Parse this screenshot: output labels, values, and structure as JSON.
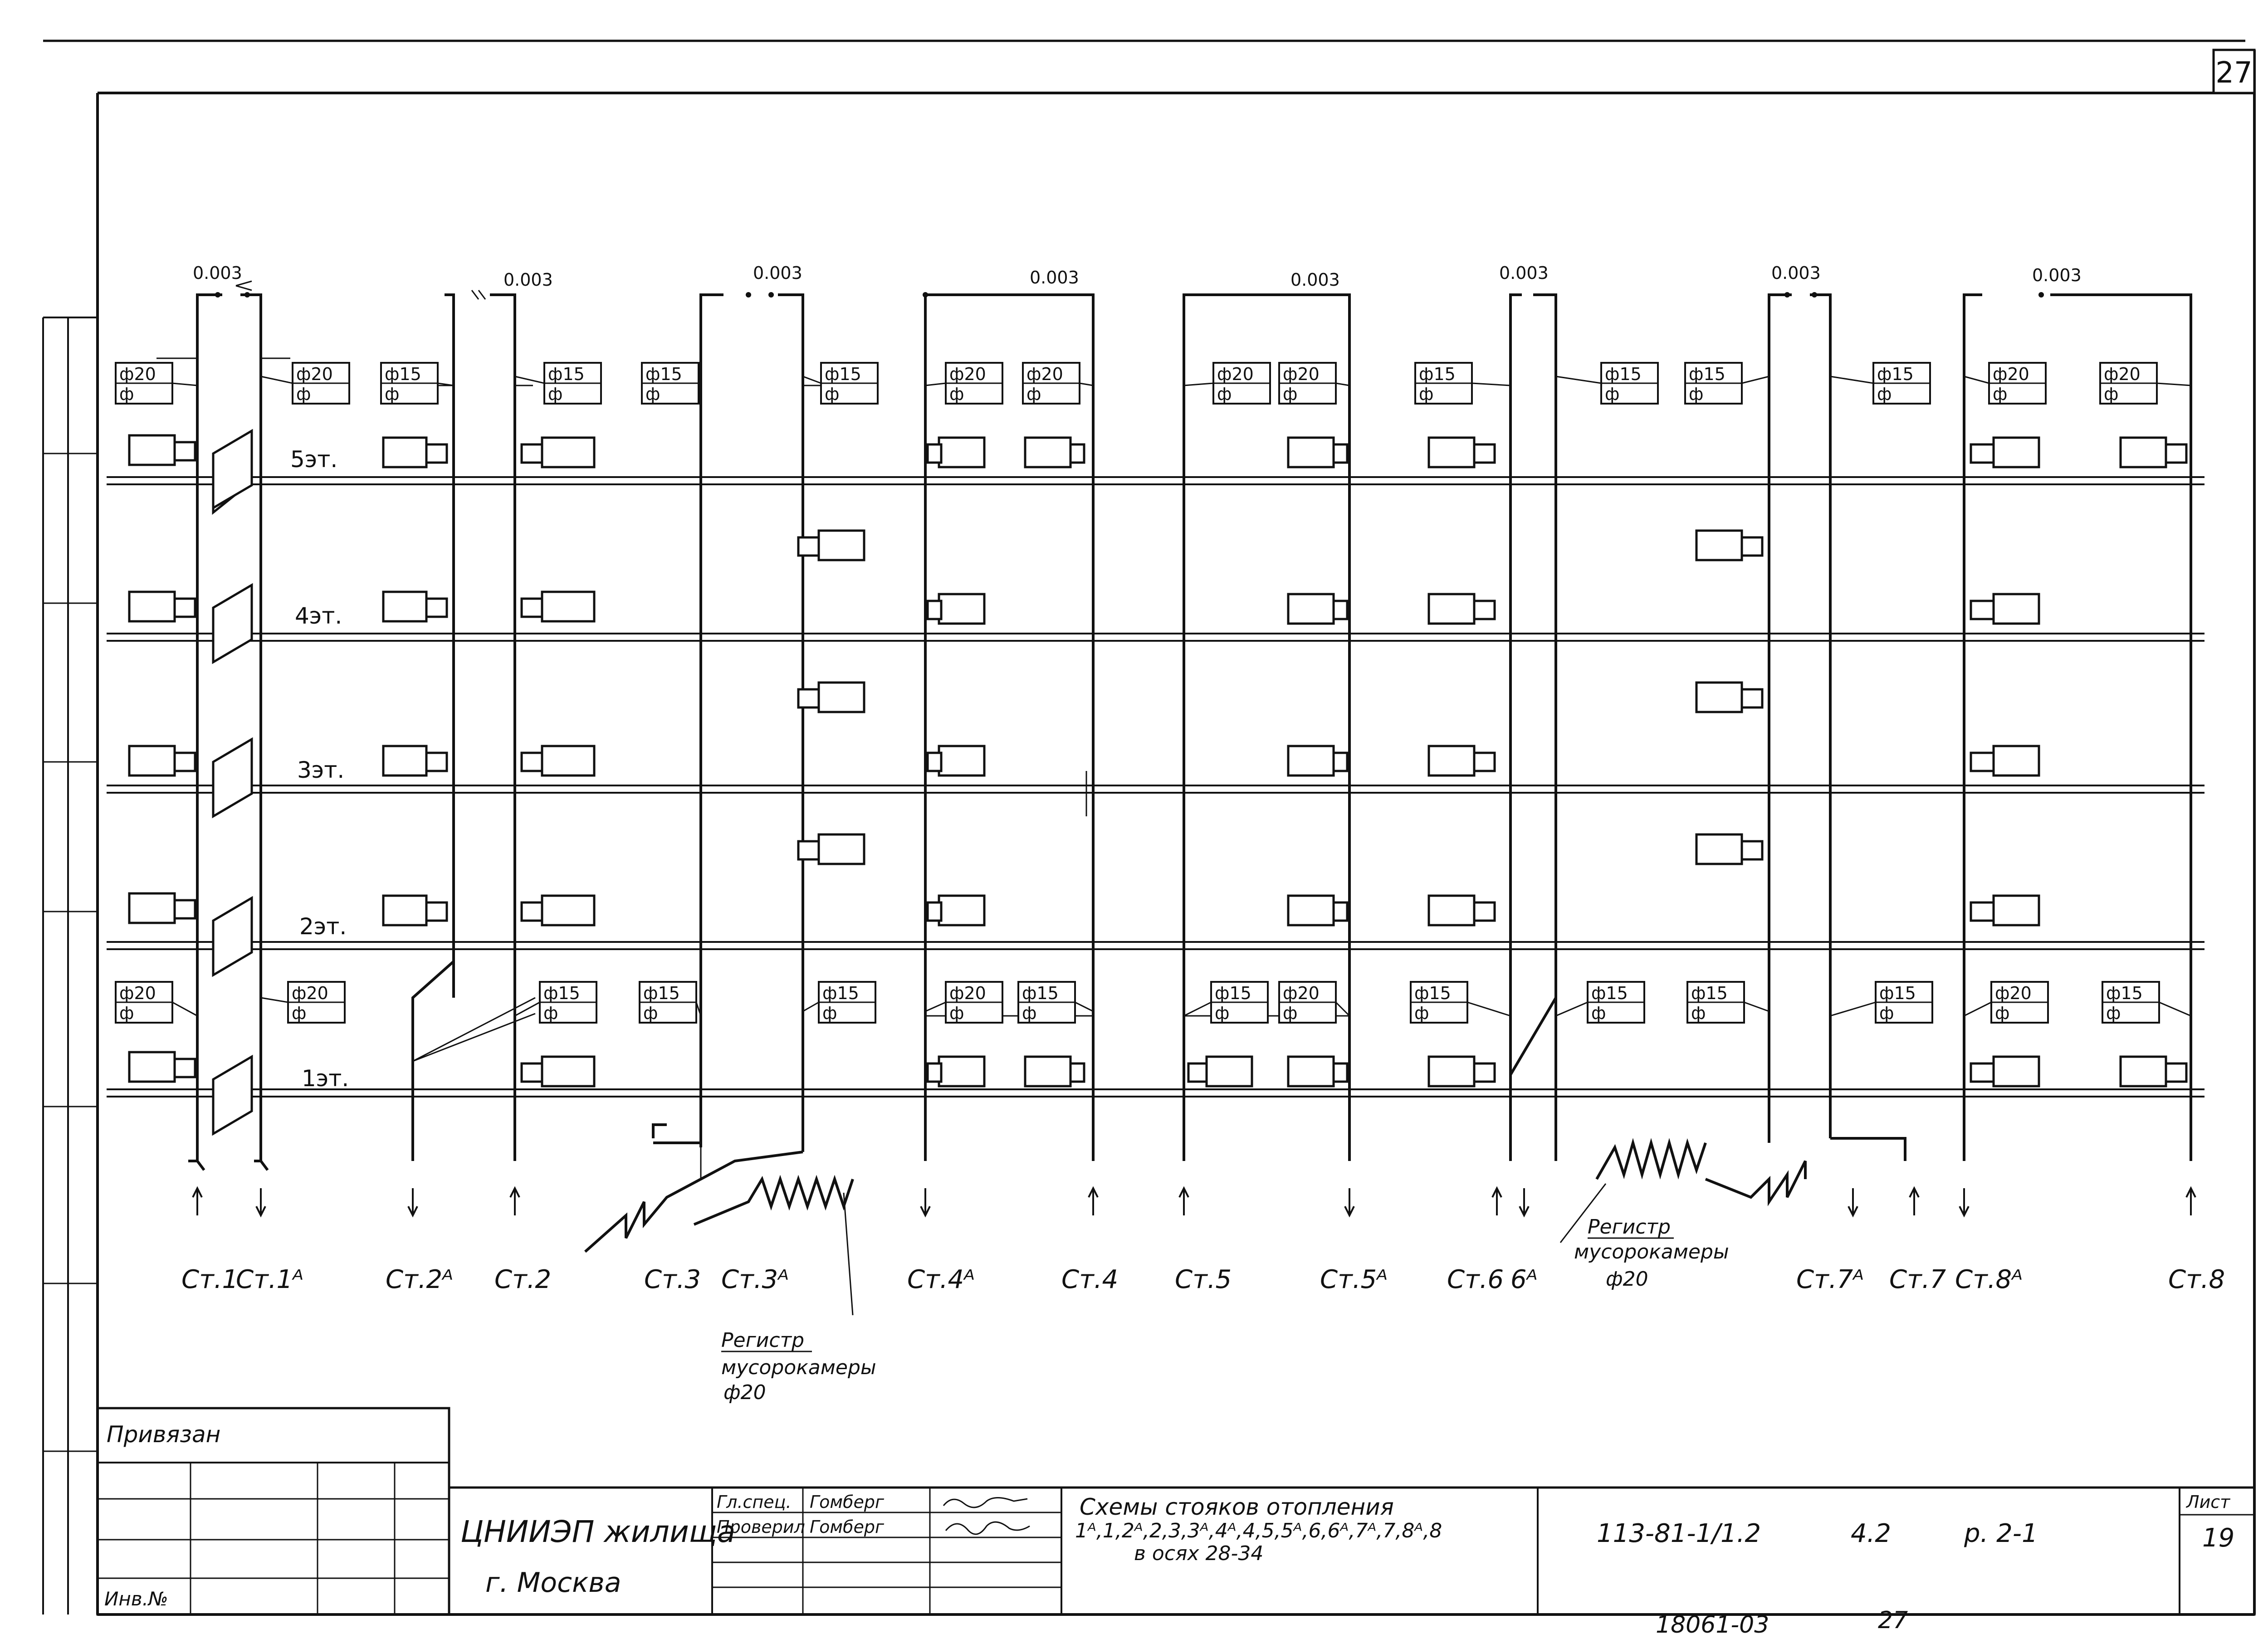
{
  "sheet_number": "27",
  "floors": [
    "5эт.",
    "4эт.",
    "3эт.",
    "2эт.",
    "1эт."
  ],
  "slope_labels": [
    "0.003",
    "0.003",
    "0.003",
    "0.003",
    "0.003",
    "0.003",
    "0.003",
    "0.003"
  ],
  "risers": [
    "Ст.1",
    "Ст.1ᴬ",
    "Ст.2ᴬ",
    "Ст.2",
    "Ст.3",
    "Ст.3ᴬ",
    "Ст.4ᴬ",
    "Ст.4",
    "Ст.5",
    "Ст.5ᴬ",
    "Ст.6",
    "6ᴬ",
    "Ст.7ᴬ",
    "Ст.7",
    "Ст.8ᴬ",
    "Ст.8"
  ],
  "diameter_tags_top": [
    "ф20",
    "ф20",
    "ф15",
    "ф15",
    "ф15",
    "ф15",
    "ф20",
    "ф20",
    "ф20",
    "ф20",
    "ф15",
    "ф15",
    "ф15",
    "ф15",
    "ф20",
    "ф20"
  ],
  "diameter_tags_bottom": [
    "ф20",
    "ф20",
    "ф15",
    "ф15",
    "ф15",
    "ф20",
    "ф15",
    "ф15",
    "ф20",
    "ф15",
    "ф15",
    "ф15",
    "ф15",
    "ф20",
    "ф15"
  ],
  "tag_sub": "ф",
  "register_labels": {
    "left": {
      "line1": "Регистр",
      "line2": "мусорокамеры",
      "line3": "ф20"
    },
    "right": {
      "line1": "Регистр",
      "line2": "мусорокамеры",
      "line3": "ф20"
    }
  },
  "title_block": {
    "privyazan": "Привязан",
    "inv_no": "Инв.№",
    "org_line1": "ЦНИИЭП жилища",
    "org_line2": "г. Москва",
    "role1": "Гл.спец.",
    "name1": "Гомберг",
    "role2": "Проверил",
    "name2": "Гомберг",
    "title_line1": "Схемы стояков отопления",
    "title_line2": "1ᴬ,1,2ᴬ,2,3,3ᴬ,4ᴬ,4,5,5ᴬ,6,6ᴬ,7ᴬ,7,8ᴬ,8",
    "title_line3": "в осях 28-34",
    "doc_code": "113-81-1/1.2",
    "part": "4.2",
    "section": "р. 2-1",
    "list_label": "Лист",
    "list_no": "19"
  },
  "footer_stamp": "18061-03",
  "footer_page": "27"
}
